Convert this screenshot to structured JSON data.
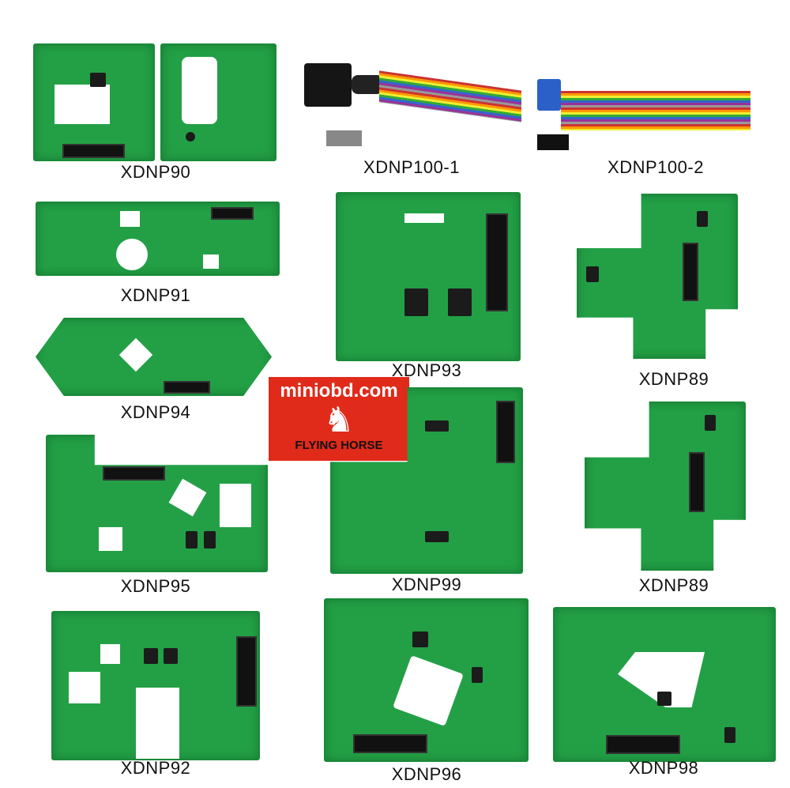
{
  "products": [
    {
      "label": "XDNP90"
    },
    {
      "label": "XDNP100-1"
    },
    {
      "label": "XDNP100-2"
    },
    {
      "label": "XDNP91"
    },
    {
      "label": "XDNP93"
    },
    {
      "label": "XDNP89"
    },
    {
      "label": "XDNP94"
    },
    {
      "label": "XDNP95"
    },
    {
      "label": "XDNP99"
    },
    {
      "label": "XDNP89"
    },
    {
      "label": "XDNP92"
    },
    {
      "label": "XDNP96"
    },
    {
      "label": "XDNP98"
    }
  ],
  "logo": {
    "site": "miniobd.com",
    "brand": "FLYING HORSE",
    "icon": "horse-icon"
  },
  "colors": {
    "pcb": "#23a046",
    "logo_bg": "#e02a1a"
  }
}
